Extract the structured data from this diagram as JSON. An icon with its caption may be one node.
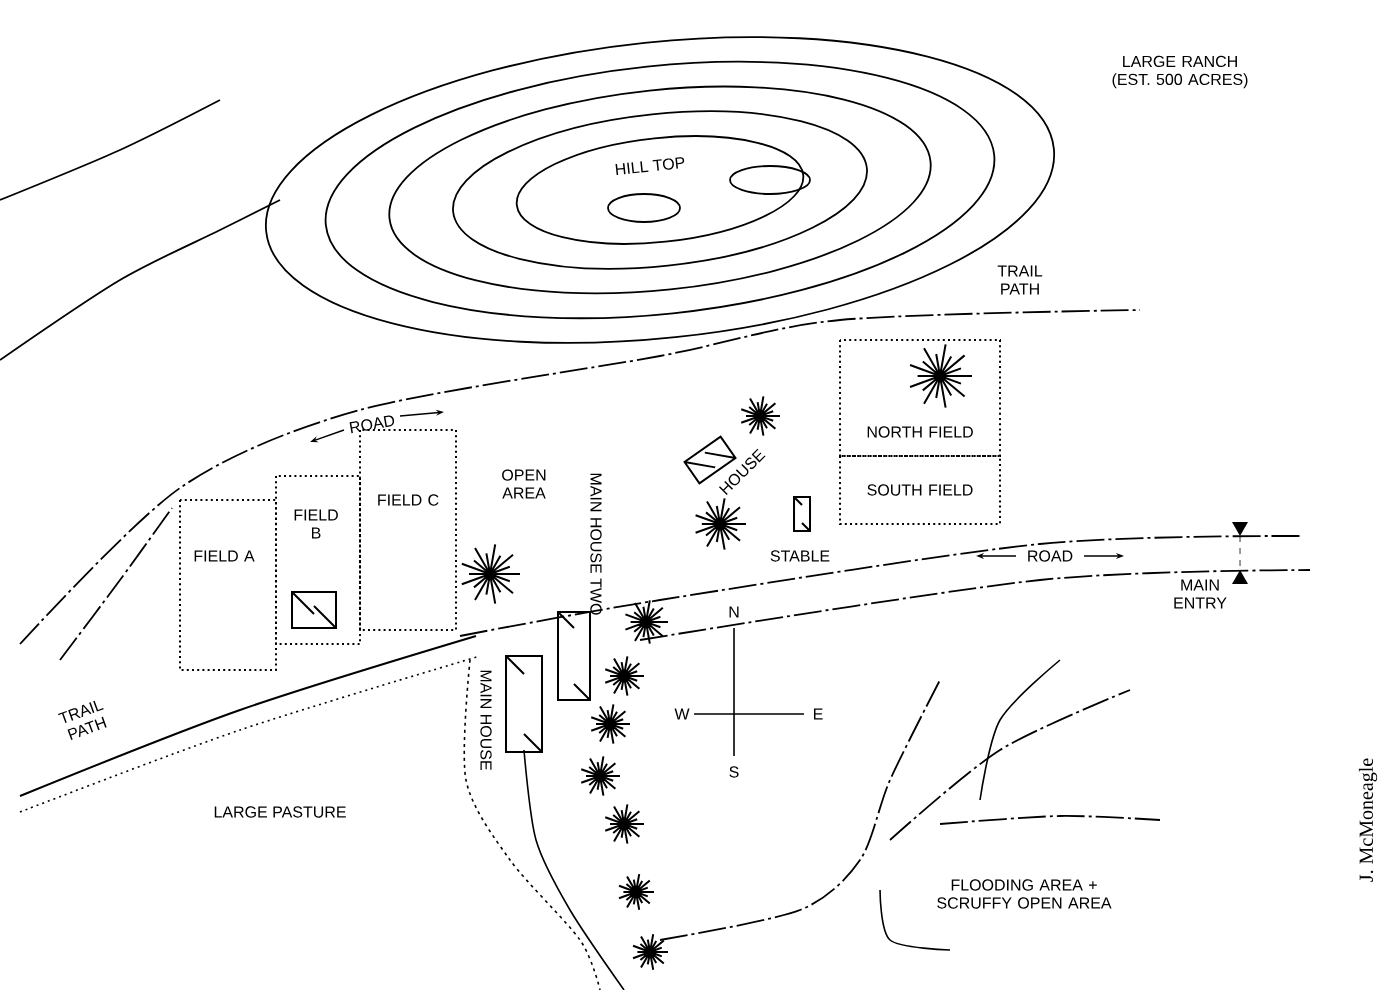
{
  "diagram": {
    "nodes": [
      {
        "text": [
          "FIELD A"
        ]
      },
      {
        "text": [
          "FIELD B"
        ]
      },
      {
        "text": [
          "FIELD C"
        ]
      },
      {
        "text": [
          "NORTH FIELD"
        ]
      },
      {
        "text": [
          "SOUTH FIELD"
        ]
      }
    ],
    "labels": [
      "LARGE RANCH (EST. 500 ACRES)",
      "HILL TOP",
      "TRAIL PATH",
      "ROAD",
      "OPEN AREA",
      "MAIN HOUSE TWO",
      "HOUSE",
      "STABLE",
      "ROAD",
      "MAIN ENTRY",
      "N",
      "W",
      "E",
      "MAIN HOUSE",
      "TRAIL PATH",
      "S",
      "LARGE PASTURE",
      "FLOODING AREA + SCRUFFY OPEN AREA",
      "J. McMoneagle"
    ]
  }
}
